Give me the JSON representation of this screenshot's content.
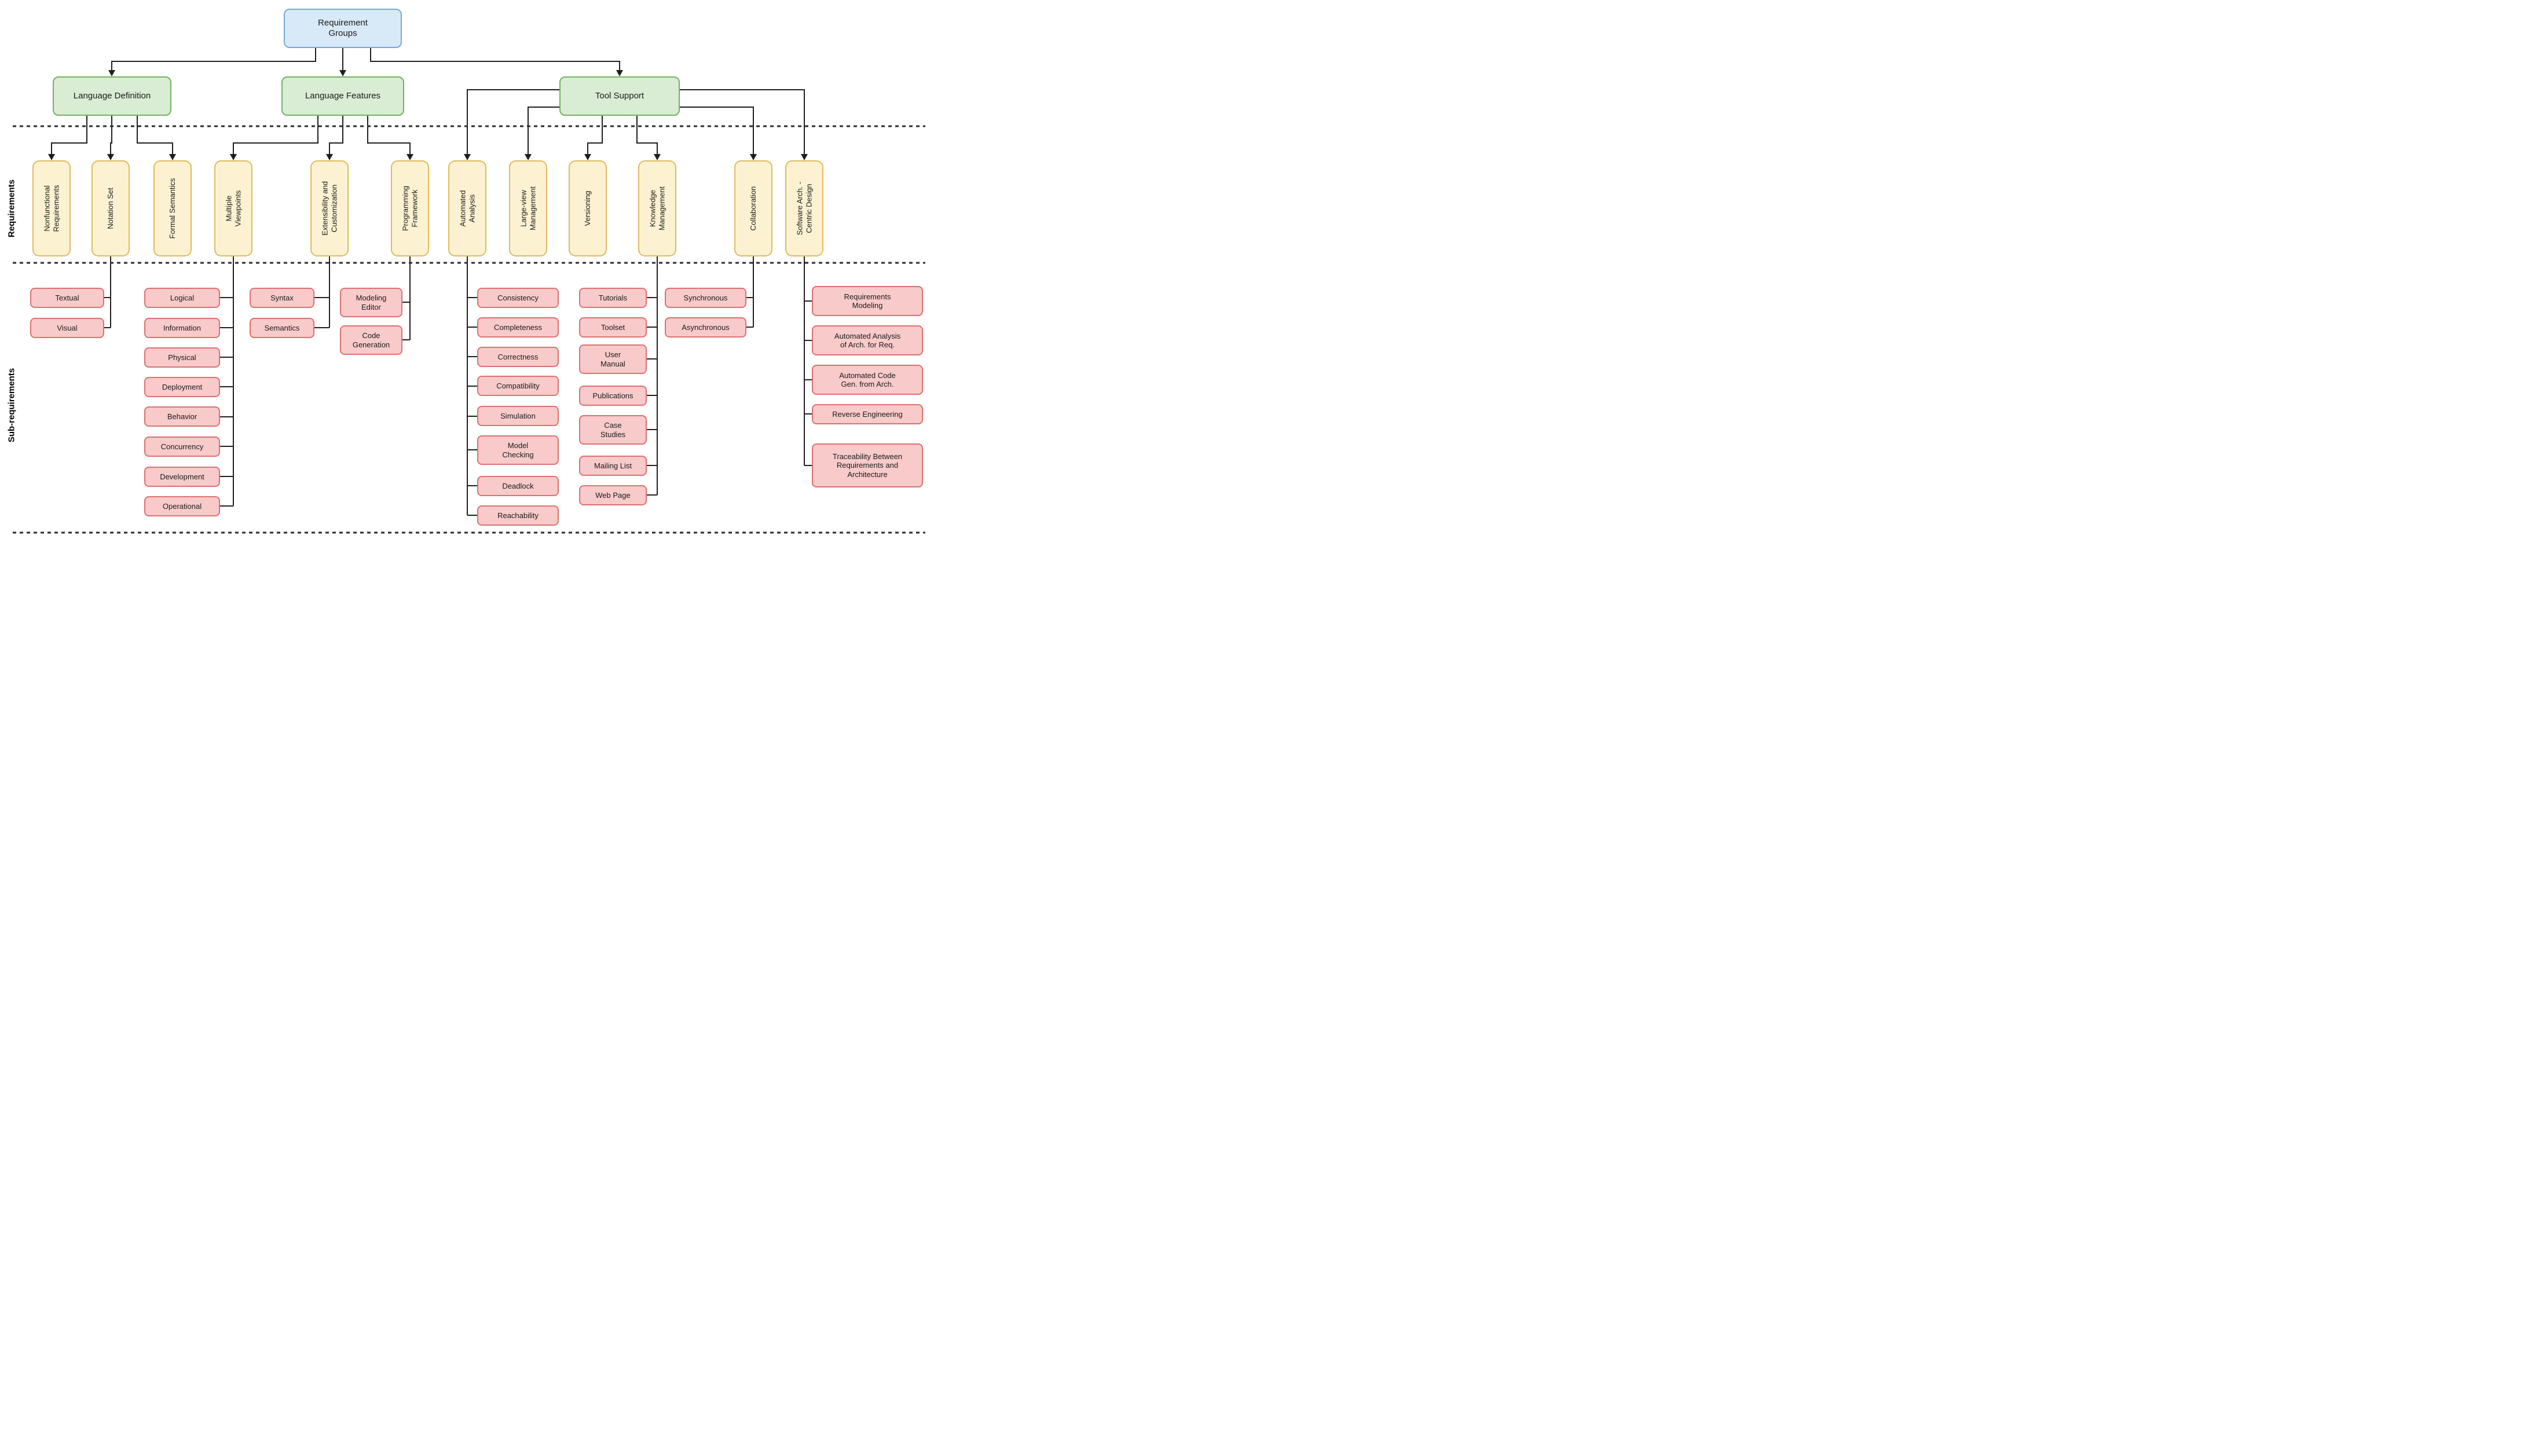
{
  "diagram": {
    "root": "Requirement\nGroups",
    "groups": [
      "Language Definition",
      "Language Features",
      "Tool Support"
    ],
    "band_labels": {
      "requirements": "Requirements",
      "sub_requirements": "Sub-requirements"
    },
    "requirements": [
      "Nonfunctional\nRequirements",
      "Notation Set",
      "Formal Semantics",
      "Multiple\nViewpoints",
      "Extensibility and\nCustomization",
      "Programming\nFramework",
      "Automated\nAnalysis",
      "Large-view\nManagement",
      "Versioning",
      "Knowledge\nManagement",
      "Collaboration",
      "Software Arch. -\nCentric Design"
    ],
    "subs": {
      "notation_set": [
        "Textual",
        "Visual"
      ],
      "multiple_viewpoints": [
        "Logical",
        "Information",
        "Physical",
        "Deployment",
        "Behavior",
        "Concurrency",
        "Development",
        "Operational"
      ],
      "extensibility": [
        "Syntax",
        "Semantics"
      ],
      "programming_framework": [
        "Modeling\nEditor",
        "Code\nGeneration"
      ],
      "automated_analysis": [
        "Consistency",
        "Completeness",
        "Correctness",
        "Compatibility",
        "Simulation",
        "Model\nChecking",
        "Deadlock",
        "Reachability"
      ],
      "knowledge_management": [
        "Tutorials",
        "Toolset",
        "User\nManual",
        "Publications",
        "Case\nStudies",
        "Mailing List",
        "Web Page"
      ],
      "collaboration": [
        "Synchronous",
        "Asynchronous"
      ],
      "software_arch_centric_design": [
        "Requirements\nModeling",
        "Automated Analysis\nof Arch. for Req.",
        "Automated Code\nGen. from Arch.",
        "Reverse Engineering",
        "Traceability Between\nRequirements and\nArchitecture"
      ]
    },
    "colors": {
      "root_fill": "#d8e9f8",
      "root_stroke": "#79a7d6",
      "group_fill": "#d9ecd4",
      "group_stroke": "#70b263",
      "requirement_fill": "#fcf2d2",
      "requirement_stroke": "#e0ba5c",
      "sub_fill": "#f8caca",
      "sub_stroke": "#dd7070",
      "connector": "#1f1f1f"
    }
  }
}
